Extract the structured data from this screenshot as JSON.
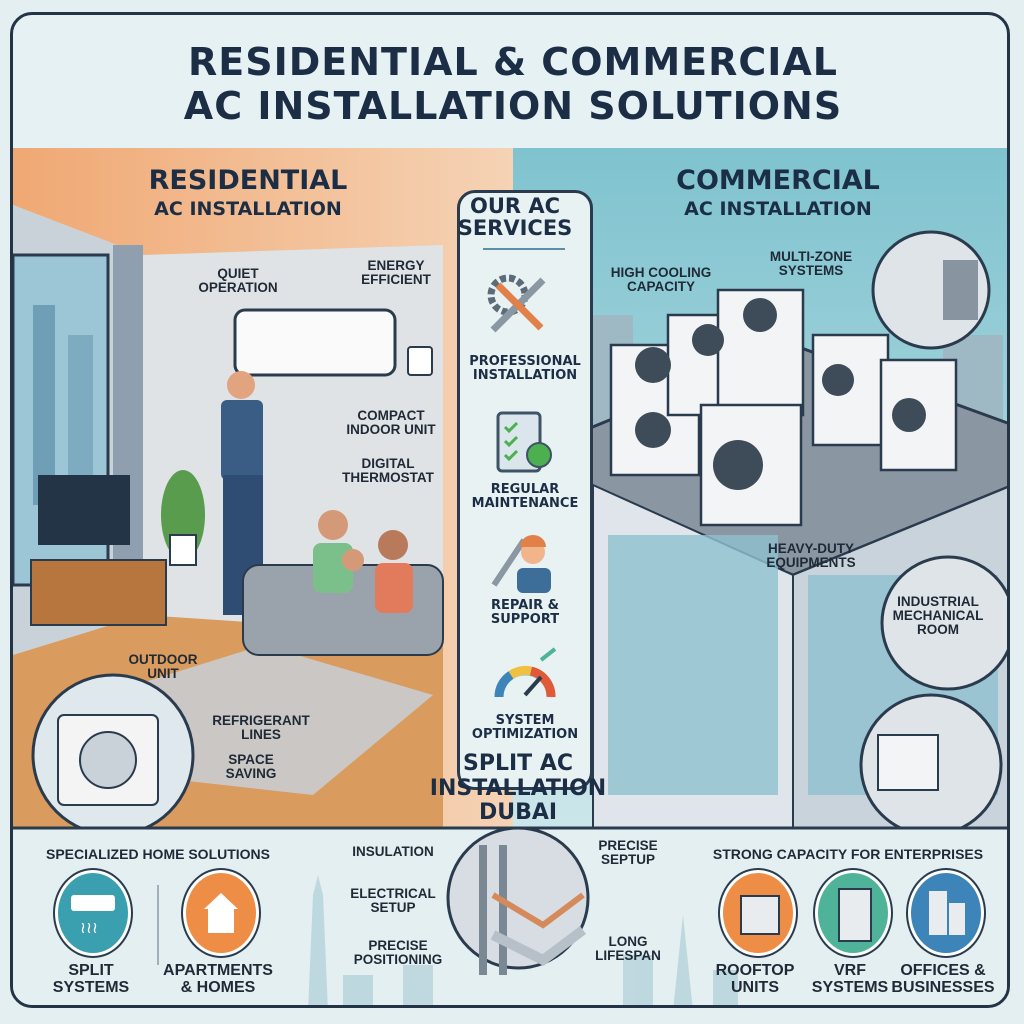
{
  "title": {
    "line1": "RESIDENTIAL & COMMERCIAL",
    "line2": "AC INSTALLATION SOLUTIONS"
  },
  "residential": {
    "heading": "RESIDENTIAL",
    "subheading": "AC INSTALLATION",
    "callouts": [
      {
        "l1": "QUIET",
        "l2": "OPERATION"
      },
      {
        "l1": "ENERGY",
        "l2": "EFFICIENT"
      },
      {
        "l1": "COMPACT",
        "l2": "INDOOR UNIT"
      },
      {
        "l1": "DIGITAL",
        "l2": "THERMOSTAT"
      },
      {
        "l1": "OUTDOOR",
        "l2": "UNIT"
      },
      {
        "l1": "REFRIGERANT",
        "l2": "LINES"
      },
      {
        "l1": "SPACE",
        "l2": "SAVING"
      }
    ]
  },
  "commercial": {
    "heading": "COMMERCIAL",
    "subheading": "AC INSTALLATION",
    "callouts": [
      {
        "l1": "HIGH COOLING",
        "l2": "CAPACITY"
      },
      {
        "l1": "MULTI-ZONE",
        "l2": "SYSTEMS"
      },
      {
        "l1": "HEAVY-DUTY",
        "l2": "EQUIPMENTS"
      },
      {
        "l1": "INDUSTRIAL",
        "l2": "MECHANICAL",
        "l3": "ROOM"
      }
    ]
  },
  "services": {
    "heading1": "OUR AC",
    "heading2": "SERVICES",
    "items": [
      {
        "l1": "PROFESSIONAL",
        "l2": "INSTALLATION",
        "icon": "tools-gear-icon"
      },
      {
        "l1": "REGULAR",
        "l2": "MAINTENANCE",
        "icon": "checklist-icon"
      },
      {
        "l1": "REPAIR &",
        "l2": "SUPPORT",
        "icon": "technician-icon"
      },
      {
        "l1": "SYSTEM",
        "l2": "OPTIMIZATION",
        "icon": "gauge-icon"
      }
    ]
  },
  "split": {
    "l1": "SPLIT AC",
    "l2": "INSTALLATION",
    "l3": "DUBAI",
    "callouts": [
      {
        "l1": "INSULATION"
      },
      {
        "l1": "ELECTRICAL",
        "l2": "SETUP"
      },
      {
        "l1": "PRECISE",
        "l2": "POSITIONING"
      },
      {
        "l1": "PRECISE",
        "l2": "SEPTUP"
      },
      {
        "l1": "LONG",
        "l2": "LIFESPAN"
      }
    ]
  },
  "home_solutions": {
    "heading": "SPECIALIZED HOME SOLUTIONS",
    "items": [
      {
        "l1": "SPLIT",
        "l2": "SYSTEMS",
        "icon": "split-ac-icon",
        "color": "#3a9fae"
      },
      {
        "l1": "APARTMENTS",
        "l2": "& HOMES",
        "icon": "house-icon",
        "color": "#ee8d45"
      }
    ]
  },
  "enterprise": {
    "heading": "STRONG CAPACITY FOR ENTERPRISES",
    "items": [
      {
        "l1": "ROOFTOP",
        "l2": "UNITS",
        "icon": "rooftop-unit-icon",
        "color": "#ee8d45"
      },
      {
        "l1": "VRF",
        "l2": "SYSTEMS",
        "icon": "vrf-cabinet-icon",
        "color": "#4fb39a"
      },
      {
        "l1": "OFFICES &",
        "l2": "BUSINESSES",
        "icon": "office-building-icon",
        "color": "#3d84b8"
      }
    ]
  },
  "colors": {
    "navy": "#1c2e45",
    "orange": "#ee8d45",
    "teal": "#3a9fae",
    "sky": "#9fd0d8",
    "warm": "#f2b27f"
  }
}
